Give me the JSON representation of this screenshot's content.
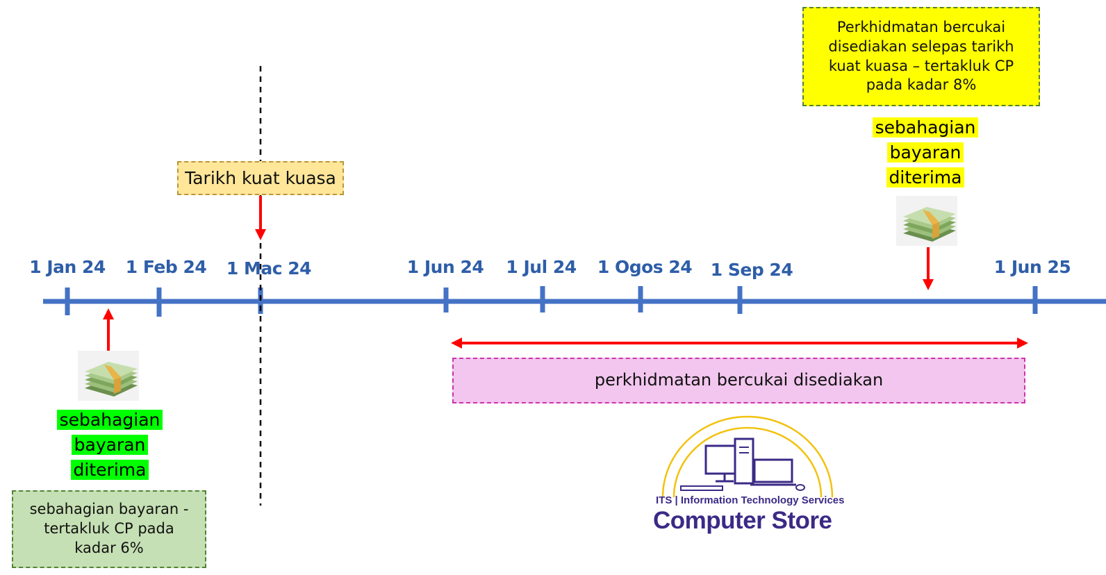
{
  "timeline": {
    "dates": [
      "1 Jan 24",
      "1 Feb 24",
      "1 Mac 24",
      "1 Jun 24",
      "1 Jul 24",
      "1 Ogos 24",
      "1 Sep 24",
      "1 Jun 25"
    ]
  },
  "effective_date": {
    "label": "Tarikh kuat kuasa"
  },
  "left_payment": {
    "highlight_lines": [
      "sebahagian",
      "bayaran",
      "diterima"
    ],
    "note": "sebahagian bayaran - tertakluk CP pada kadar 6%"
  },
  "right_payment": {
    "highlight_lines": [
      "sebahagian",
      "bayaran",
      "diterima"
    ],
    "note": "Perkhidmatan bercukai disediakan selepas tarikh kuat kuasa – tertakluk CP pada kadar 8%"
  },
  "service_period": {
    "label": "perkhidmatan bercukai disediakan"
  },
  "logo": {
    "line1": "ITS | Information Technology Services",
    "line2": "Computer Store"
  },
  "colors": {
    "timeline": "#4472c4",
    "date_text": "#2e5ea8",
    "arrow": "#ff0000",
    "green_highlight": "#00ff00",
    "yellow_highlight": "#ffff00",
    "pink_box": "#f2c6ee",
    "green_box": "#c5e0b4",
    "orange_box": "#ffe699"
  }
}
